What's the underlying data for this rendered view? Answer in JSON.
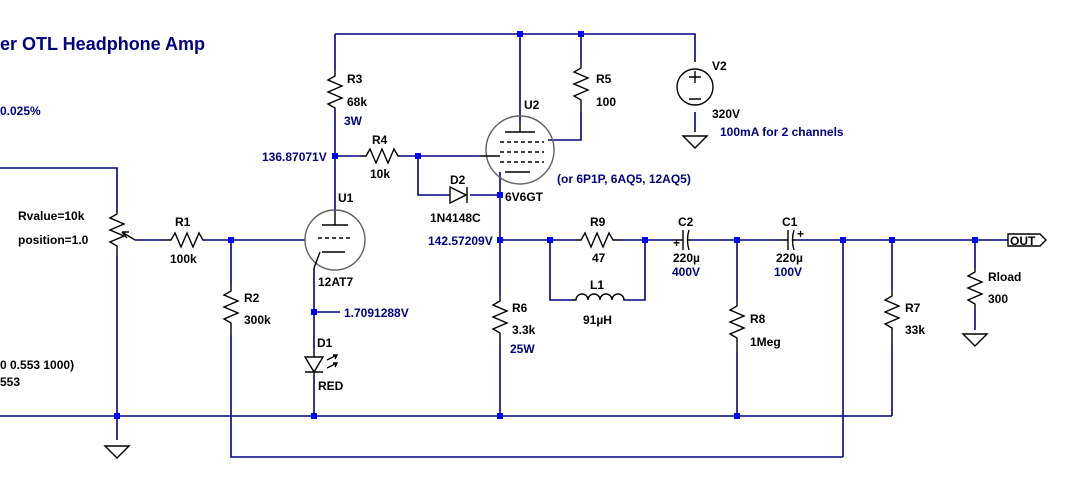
{
  "title": "er OTL Headphone Amp",
  "notes": {
    "distortion": "0.025%",
    "func_a": "0 0.553 1000)",
    "func_b": "553"
  },
  "pot": {
    "rvalue": "Rvalue=10k",
    "position": "position=1.0"
  },
  "components": {
    "R1": {
      "name": "R1",
      "value": "100k"
    },
    "R2": {
      "name": "R2",
      "value": "300k"
    },
    "R3": {
      "name": "R3",
      "value": "68k",
      "power": "3W"
    },
    "R4": {
      "name": "R4",
      "value": "10k"
    },
    "R5": {
      "name": "R5",
      "value": "100"
    },
    "R6": {
      "name": "R6",
      "value": "3.3k",
      "power": "25W"
    },
    "R7": {
      "name": "R7",
      "value": "33k"
    },
    "R8": {
      "name": "R8",
      "value": "1Meg"
    },
    "R9": {
      "name": "R9",
      "value": "47"
    },
    "L1": {
      "name": "L1",
      "value": "91µH"
    },
    "C1": {
      "name": "C1",
      "value": "220µ",
      "voltage": "100V"
    },
    "C2": {
      "name": "C2",
      "value": "220µ",
      "voltage": "400V"
    },
    "D1": {
      "name": "D1",
      "value": "RED"
    },
    "D2": {
      "name": "D2",
      "value": "1N4148C"
    },
    "U1": {
      "name": "U1",
      "value": "12AT7"
    },
    "U2": {
      "name": "U2",
      "value": "6V6GT",
      "alt": "(or 6P1P, 6AQ5, 12AQ5)"
    },
    "V2": {
      "name": "V2",
      "value": "320V",
      "note": "100mA for 2 channels"
    },
    "Rload": {
      "name": "Rload",
      "value": "300"
    }
  },
  "voltages": {
    "u1_plate": "136.87071V",
    "cathode": "142.57209V",
    "u1_cathode": "1.7091288V"
  },
  "output_label": "OUT",
  "colors": {
    "wire": "#000080",
    "junction": "#0000ff",
    "symbol": "#000000",
    "label": "#000080"
  }
}
